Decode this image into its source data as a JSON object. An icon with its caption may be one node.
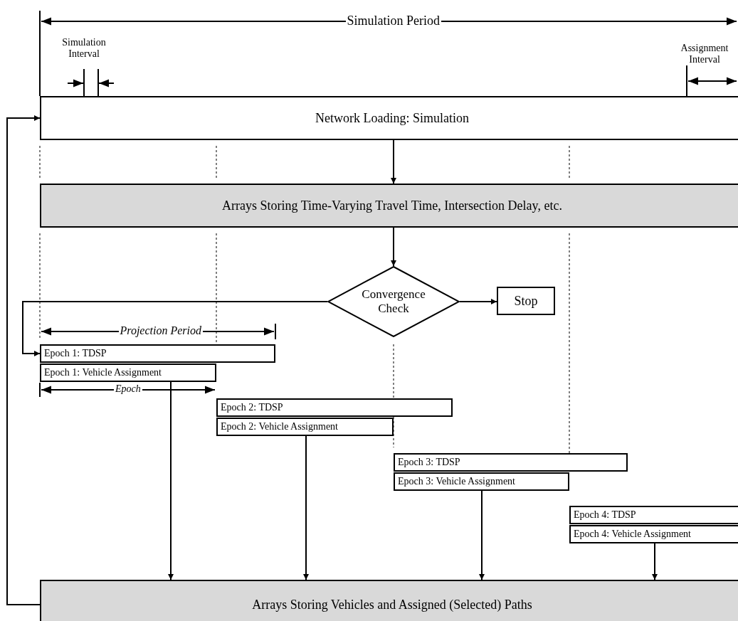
{
  "diagram": {
    "nodes": [
      {
        "text": [
          "Network Loading: Simulation"
        ]
      },
      {
        "text": [
          "Arrays Storing Time-Varying Travel Time, Intersection Delay, etc."
        ]
      },
      {
        "text": [
          "Convergence Check"
        ]
      },
      {
        "text": [
          "Stop"
        ]
      },
      {
        "text": [
          "Epoch 1: TDSP"
        ]
      },
      {
        "text": [
          "Epoch 1: Vehicle Assignment"
        ]
      },
      {
        "text": [
          "Epoch 2: TDSP"
        ]
      },
      {
        "text": [
          "Epoch 2: Vehicle Assignment"
        ]
      },
      {
        "text": [
          "Epoch 3: TDSP"
        ]
      },
      {
        "text": [
          "Epoch 3: Vehicle Assignment"
        ]
      },
      {
        "text": [
          "Epoch 4: TDSP"
        ]
      },
      {
        "text": [
          "Epoch 4: Vehicle Assignment"
        ]
      },
      {
        "text": [
          "Arrays Storing Vehicles and Assigned (Selected) Paths"
        ]
      }
    ],
    "edges": [
      {
        "from": 0,
        "to": 1,
        "arrow": "to"
      },
      {
        "from": 1,
        "to": 2,
        "arrow": "to"
      },
      {
        "from": 2,
        "to": 3,
        "arrow": "to"
      },
      {
        "from": 2,
        "to": 4,
        "arrow": "to"
      },
      {
        "from": 5,
        "to": 12,
        "arrow": "to"
      },
      {
        "from": 7,
        "to": 12,
        "arrow": "to"
      },
      {
        "from": 9,
        "to": 12,
        "arrow": "to"
      },
      {
        "from": 11,
        "to": 12,
        "arrow": "to"
      },
      {
        "from": 12,
        "to": 0,
        "arrow": "to"
      }
    ],
    "labels": [
      "Simulation Period",
      "Simulation Interval",
      "Assignment Interval",
      "Projection Period",
      "Epoch"
    ]
  }
}
